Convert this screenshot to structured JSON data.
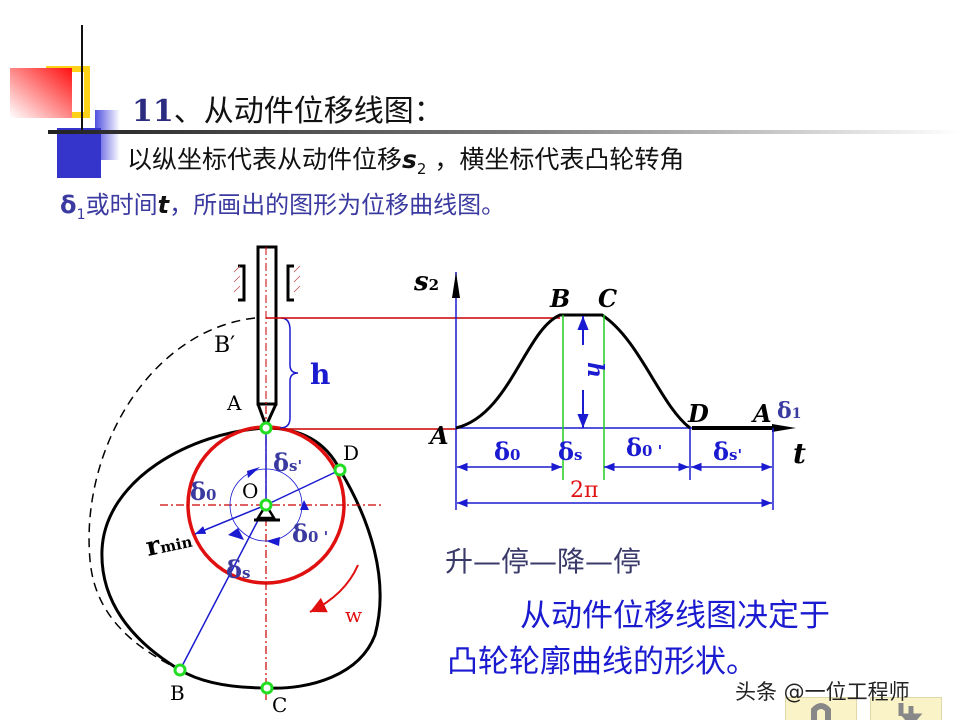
{
  "slide": {
    "title_number": "11",
    "title_text": "、从动件位移线图：",
    "line2_pre": "以纵坐标代表从动件位移",
    "line2_sym": "s",
    "line2_sub": "2",
    "line2_post": " ，横坐标代表凸轮转角",
    "line3_sym": "δ",
    "line3_sub": "1",
    "line3_mid": "或时间",
    "line3_t": "t",
    "line3_post": "，所画出的图形为位移曲线图。",
    "sequence": "升—停—降—停",
    "conclusion_line1": "从动件位移线图决定于",
    "conclusion_line2": "凸轮轮廓曲线的形状。",
    "watermark": "头条 @一位工程师"
  },
  "cam_diagram": {
    "labels": {
      "B_prime": "B′",
      "h": "h",
      "A": "A",
      "D": "D",
      "O": "O",
      "B": "B",
      "C": "C",
      "w": "w",
      "r_min": "r",
      "r_min_sub": "min",
      "delta0": "δ",
      "delta0_sub": "0",
      "deltas": "δ",
      "deltas_sub": "s",
      "deltas_prime": "δ",
      "deltas_prime_sub": "s'",
      "delta0_prime": "δ",
      "delta0_prime_sub": "0 '"
    }
  },
  "displacement_graph": {
    "y_axis_label": "s",
    "y_axis_sub": "2",
    "x_axis_label": "t",
    "x_axis_angle": "δ",
    "x_axis_angle_sub": "1",
    "points": {
      "A_start": "A",
      "B": "B",
      "C": "C",
      "D": "D",
      "A_end": "A"
    },
    "h": "h",
    "segments": [
      {
        "sym": "δ",
        "sub": "0"
      },
      {
        "sym": "δ",
        "sub": "s"
      },
      {
        "sym": "δ",
        "sub": "0 '"
      },
      {
        "sym": "δ",
        "sub": "s'"
      }
    ],
    "total": "2π"
  },
  "colors": {
    "profile": "#000000",
    "base_circle": "#e01010",
    "dimension": "#1a1ad0",
    "points": "#22dd22",
    "projection": "#cc0000",
    "guides": "#22cc22"
  },
  "nav": {
    "back_icon": "u-turn-back-icon",
    "forward_icon": "down-arrow-icon"
  }
}
